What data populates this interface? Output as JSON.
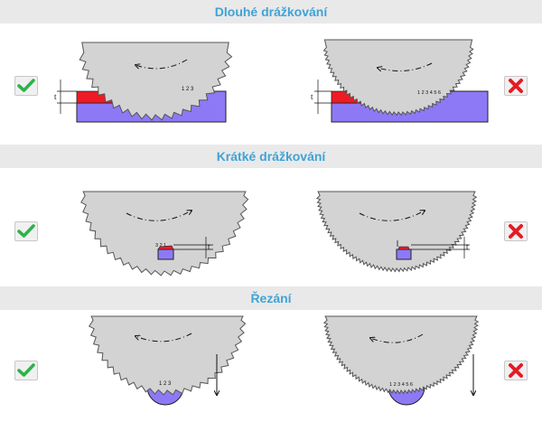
{
  "sections": [
    {
      "title": "Dlouhé drážkování"
    },
    {
      "title": "Krátké drážkování"
    },
    {
      "title": "Řezání"
    }
  ],
  "labels": {
    "depth_symbol": "t",
    "teeth_digits_3": "1 2 3",
    "teeth_digits_3_rev": "3 2 1",
    "teeth_digits_many": "1 2 3 4 5 6"
  },
  "icons": {
    "correct": "checkmark-icon",
    "wrong": "cross-icon"
  },
  "colors": {
    "heading": "#3fa3d6",
    "blade": "#d3d3d3",
    "workpiece": "#8d79f5",
    "chip": "#ee1b24",
    "check": "#2db34a",
    "cross": "#e51b24"
  }
}
